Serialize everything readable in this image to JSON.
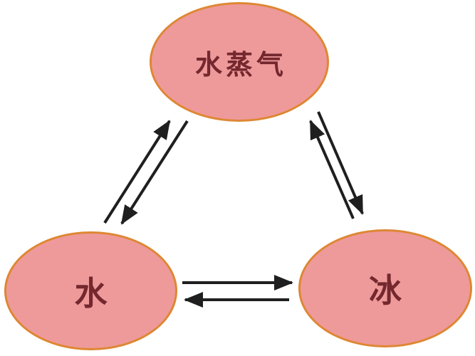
{
  "diagram": {
    "type": "state-change-cycle",
    "background_color": "#ffffff",
    "colors": {
      "node_fill": "#ee9a9b",
      "node_border": "#de8733",
      "node_text": "#74282e",
      "arrow": "#1f1f1f"
    },
    "nodes": [
      {
        "id": "water-vapor",
        "label": "水蒸气"
      },
      {
        "id": "water",
        "label": "水"
      },
      {
        "id": "ice",
        "label": "冰"
      }
    ],
    "edges": [
      {
        "from": "水",
        "to": "水蒸气"
      },
      {
        "from": "水蒸气",
        "to": "水"
      },
      {
        "from": "冰",
        "to": "水蒸气"
      },
      {
        "from": "水蒸气",
        "to": "冰"
      },
      {
        "from": "水",
        "to": "冰"
      },
      {
        "from": "冰",
        "to": "水"
      }
    ]
  }
}
